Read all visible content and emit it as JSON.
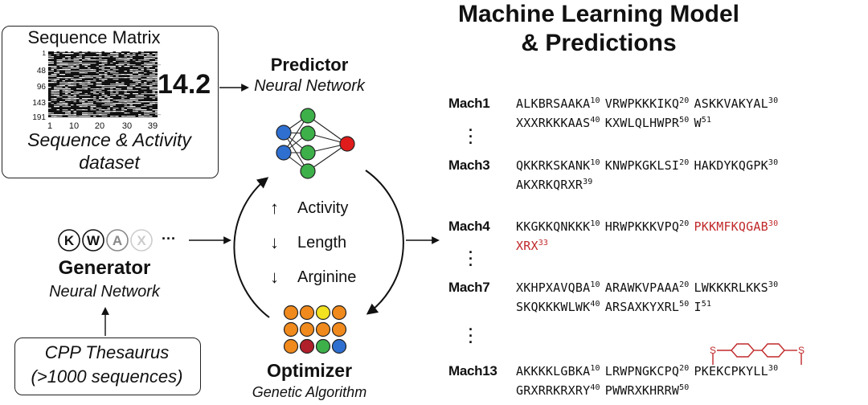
{
  "title_line1": "Machine Learning Model",
  "title_line2": "& Predictions",
  "matrix_box": {
    "title": "Sequence Matrix",
    "y_ticks": [
      "1",
      "48",
      "96",
      "143",
      "191"
    ],
    "x_ticks": [
      "1",
      "10",
      "20",
      "30",
      "39"
    ],
    "value": "14.2",
    "caption_line1": "Sequence & Activity",
    "caption_line2": "dataset"
  },
  "predictor": {
    "title": "Predictor",
    "subtitle": "Neural Network"
  },
  "generator": {
    "title": "Generator",
    "subtitle": "Neural Network",
    "tokens": [
      "K",
      "W",
      "A",
      "X"
    ],
    "ellipsis": "···"
  },
  "optimizer": {
    "title": "Optimizer",
    "subtitle": "Genetic Algorithm"
  },
  "objectives": [
    {
      "arrow": "up",
      "label": "Activity"
    },
    {
      "arrow": "down",
      "label": "Length"
    },
    {
      "arrow": "down",
      "label": "Arginine"
    }
  ],
  "thesaurus": {
    "line1": "CPP Thesaurus",
    "line2": "(>1000 sequences)"
  },
  "colors": {
    "node_blue": "#2f6fd0",
    "node_green": "#3db04a",
    "node_red": "#e01b1b",
    "grid_orange": "#f08a1c",
    "grid_yellow": "#f2e21f",
    "grid_darkred": "#b0202a",
    "highlight_red": "#c0282a"
  },
  "sequences": [
    {
      "name": "Mach1",
      "lines": [
        [
          {
            "t": "ALKBRSAAKA",
            "n": "10"
          },
          {
            "t": "VRWPKKKIKQ",
            "n": "20"
          },
          {
            "t": "ASKKVAKYAL",
            "n": "30"
          }
        ],
        [
          {
            "t": "XXXRKKKAAS",
            "n": "40"
          },
          {
            "t": "KXWLQLHWPR",
            "n": "50"
          },
          {
            "t": "W",
            "n": "51"
          }
        ]
      ]
    },
    {
      "name": "Mach3",
      "lines": [
        [
          {
            "t": "QKKRKSKANK",
            "n": "10"
          },
          {
            "t": "KNWPKGKLSI",
            "n": "20"
          },
          {
            "t": "HAKDYKQGPK",
            "n": "30"
          }
        ],
        [
          {
            "t": "AKXRKQRXR",
            "n": "39"
          }
        ]
      ]
    },
    {
      "name": "Mach4",
      "lines": [
        [
          {
            "t": "KKGKKQNKKK",
            "n": "10"
          },
          {
            "t": "HRWPKKKVPQ",
            "n": "20"
          },
          {
            "t": "PKKMFKQGAB",
            "n": "30",
            "hl": true
          }
        ],
        [
          {
            "t": "XRX",
            "n": "33",
            "hl": true
          }
        ]
      ]
    },
    {
      "name": "Mach7",
      "lines": [
        [
          {
            "t": "XKHPXAVQBA",
            "n": "10"
          },
          {
            "t": "ARAWKVPAAA",
            "n": "20"
          },
          {
            "t": "LWKKKRLKKS",
            "n": "30"
          }
        ],
        [
          {
            "t": "SKQKKKWLWK",
            "n": "40"
          },
          {
            "t": "ARSAXKYXRL",
            "n": "50"
          },
          {
            "t": "I",
            "n": "51"
          }
        ]
      ]
    },
    {
      "name": "Mach13",
      "lines": [
        [
          {
            "t": "AKKKKLGBKA",
            "n": "10"
          },
          {
            "t": "LRWPNGKCPQ",
            "n": "20"
          },
          {
            "t": "PKEKCPKYLL",
            "n": "30"
          }
        ],
        [
          {
            "t": "GRXRRKRXRY",
            "n": "40"
          },
          {
            "t": "PWWRXKHRRW",
            "n": "50"
          }
        ]
      ]
    }
  ],
  "staple_atoms": [
    "S",
    "S"
  ]
}
